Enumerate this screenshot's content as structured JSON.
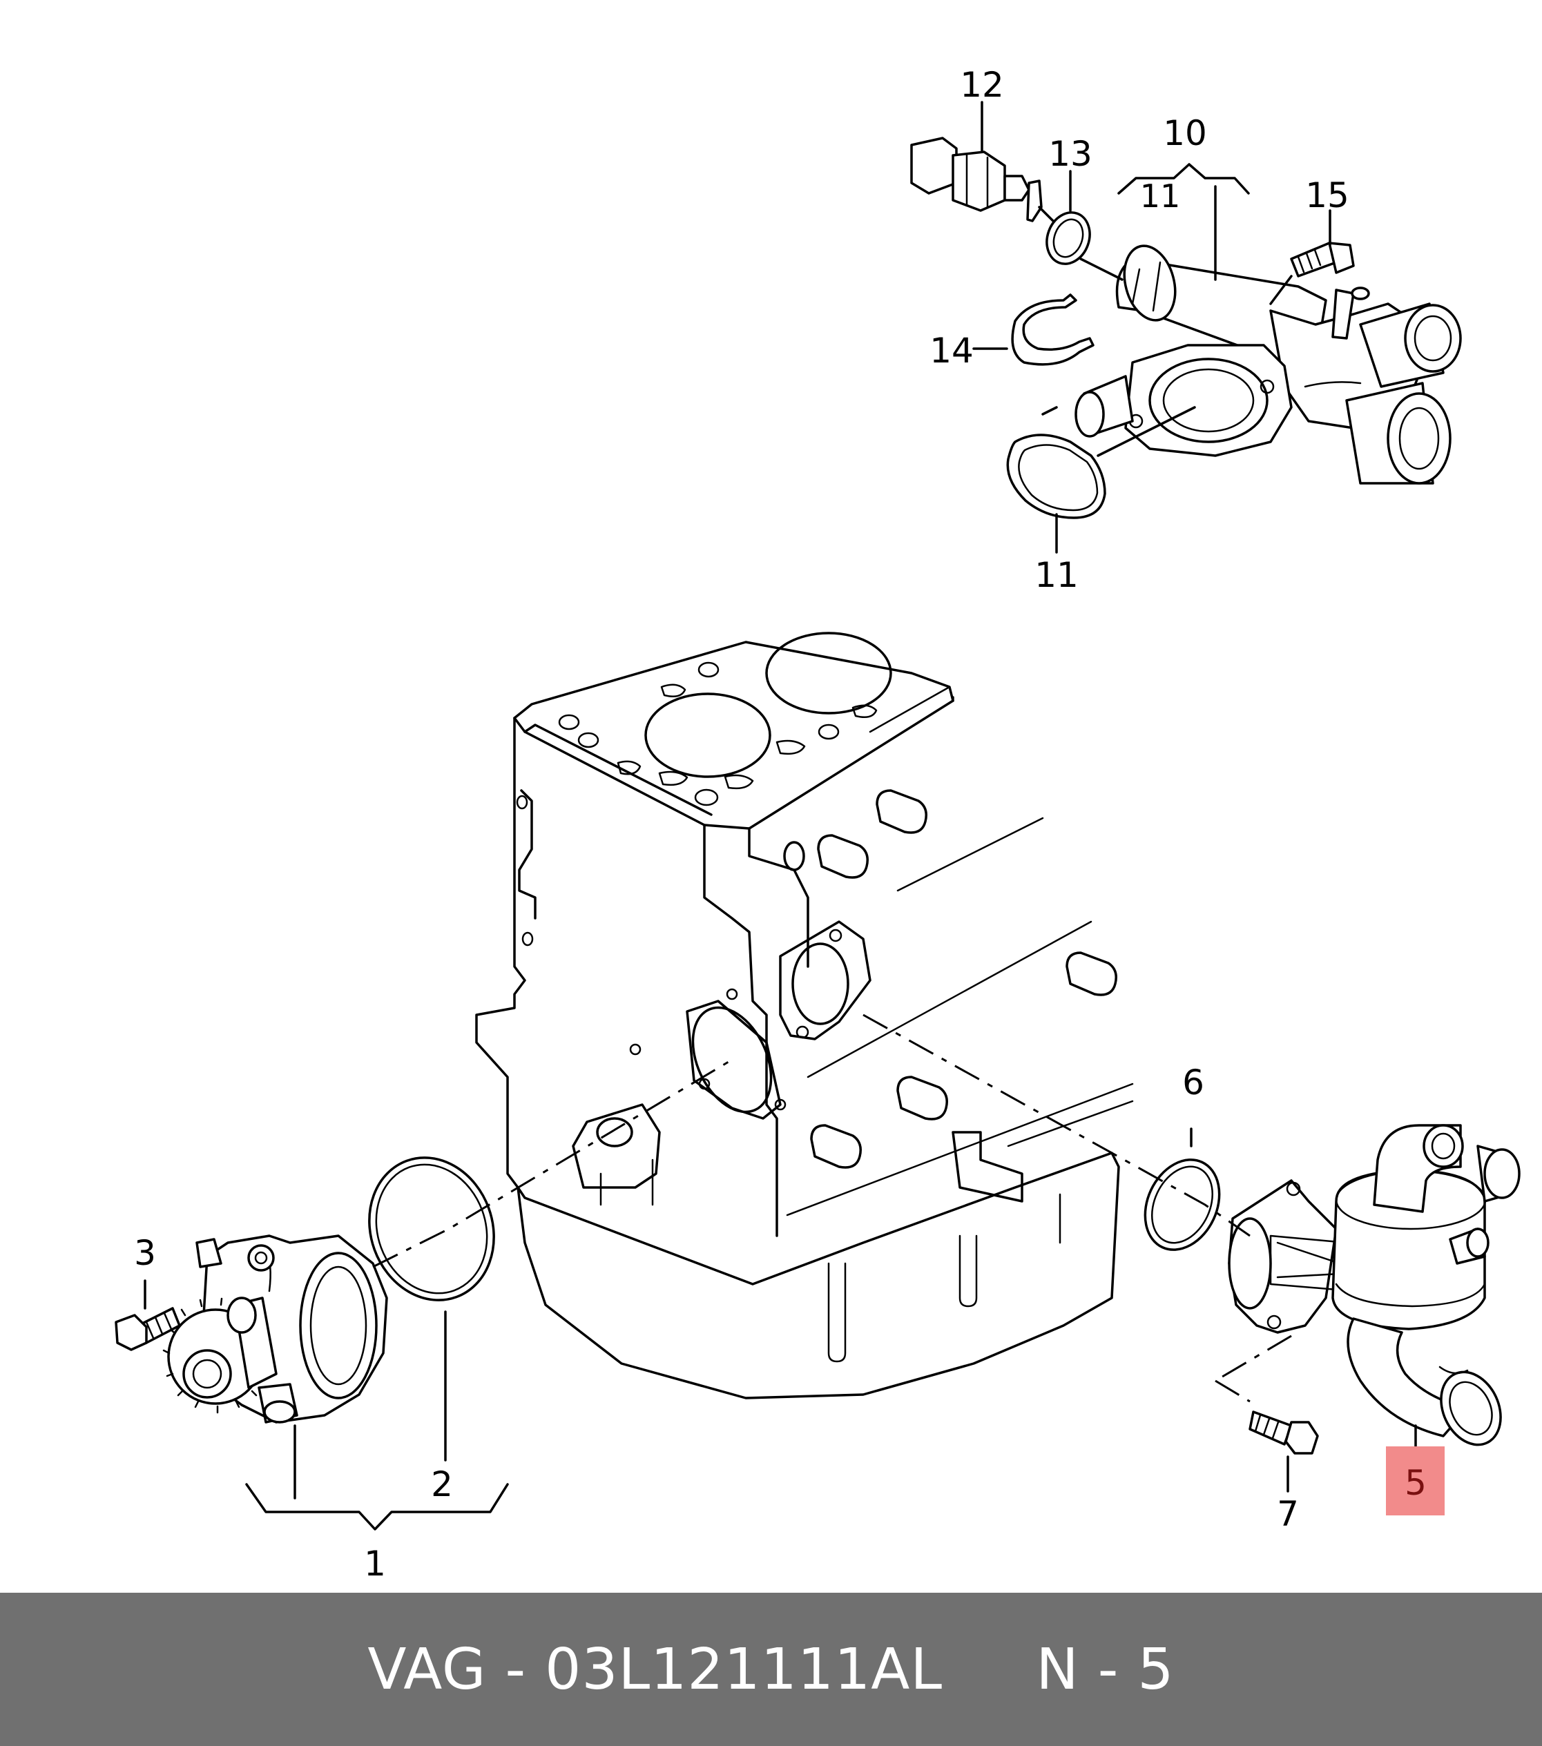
{
  "callouts": {
    "c1": "1",
    "c2": "2",
    "c3": "3",
    "c5": "5",
    "c6": "6",
    "c7": "7",
    "c10": "10",
    "c10_sub": "11",
    "c11": "11",
    "c12": "12",
    "c13": "13",
    "c14": "14",
    "c15": "15"
  },
  "highlight": {
    "callout": "5",
    "color": "#f28b8b"
  },
  "footer": {
    "text": "VAG - 03L121111AL     N - 5",
    "background": "#707070"
  }
}
